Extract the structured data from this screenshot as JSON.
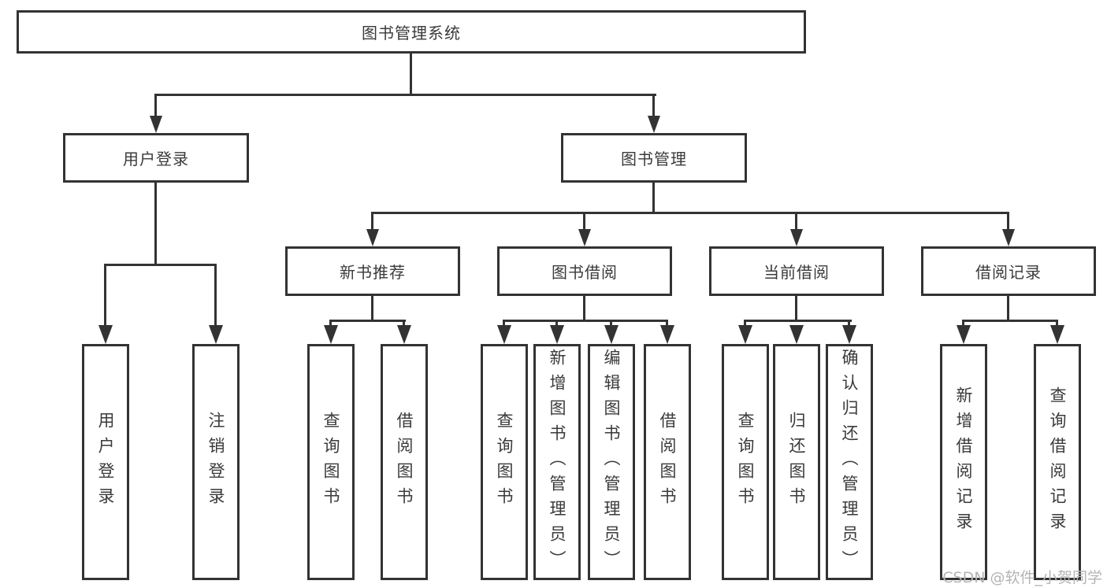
{
  "diagram": {
    "root": {
      "label": "图书管理系统"
    },
    "level2": [
      {
        "label": "用户登录"
      },
      {
        "label": "图书管理"
      }
    ],
    "level3": [
      {
        "label": "新书推荐"
      },
      {
        "label": "图书借阅"
      },
      {
        "label": "当前借阅"
      },
      {
        "label": "借阅记录"
      }
    ],
    "leaves": {
      "userLogin": [
        "用户登录",
        "注销登录"
      ],
      "newBook": [
        "查询图书",
        "借阅图书"
      ],
      "bookBorrow": [
        "查询图书",
        "新增图书（管理员）",
        "编辑图书（管理员）",
        "借阅图书"
      ],
      "currentBorrow": [
        "查询图书",
        "归还图书",
        "确认归还（管理员）"
      ],
      "borrowRecord": [
        "新增借阅记录",
        "查询借阅记录"
      ]
    }
  },
  "watermark": "CSDN @软件_小贺同学",
  "colors": {
    "line": "#333333",
    "text": "#3a3a3a",
    "watermark": "#b4b4b4"
  }
}
